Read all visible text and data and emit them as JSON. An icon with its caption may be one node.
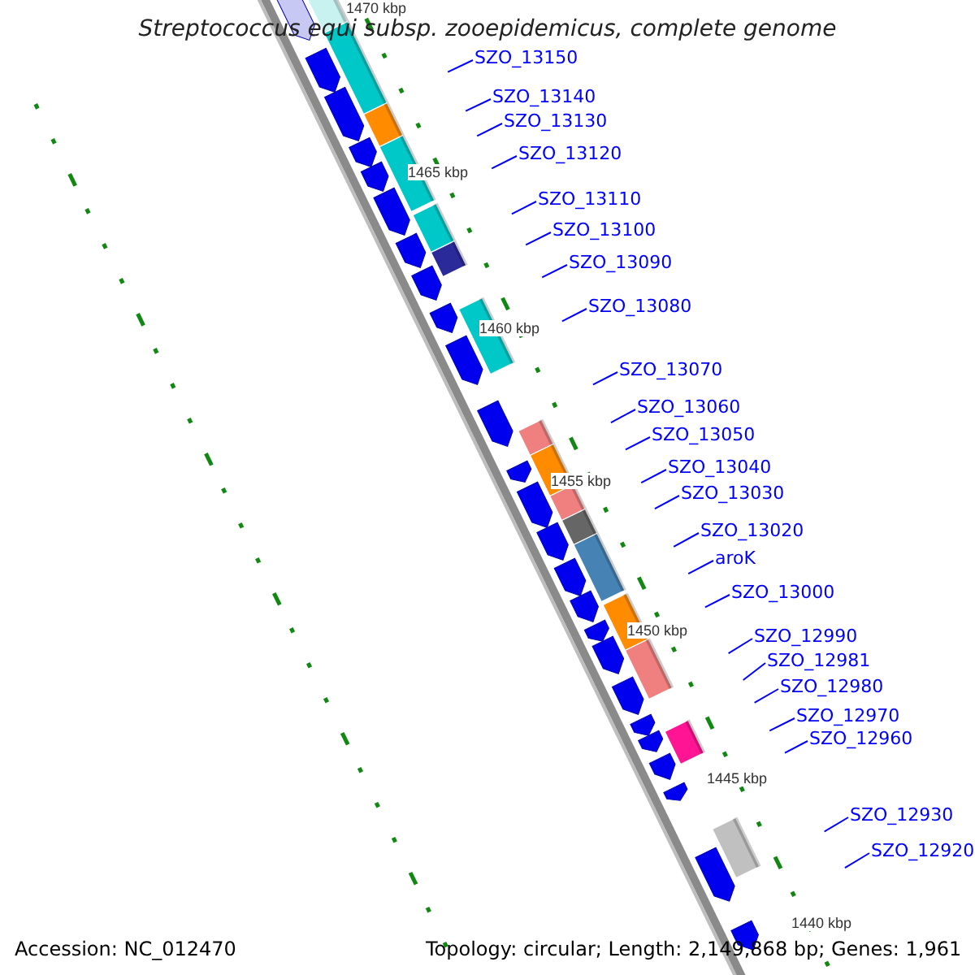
{
  "diagram": {
    "title": "Streptococcus equi subsp. zooepidemicus, complete genome",
    "nodes": [
      {
        "text": [
          "SZO_13150"
        ]
      },
      {
        "text": [
          "SZO_13140"
        ]
      },
      {
        "text": [
          "SZO_13130"
        ]
      },
      {
        "text": [
          "SZO_13120"
        ]
      },
      {
        "text": [
          "SZO_13110"
        ]
      },
      {
        "text": [
          "SZO_13100"
        ]
      },
      {
        "text": [
          "SZO_13090"
        ]
      },
      {
        "text": [
          "SZO_13080"
        ]
      },
      {
        "text": [
          "SZO_13070"
        ]
      },
      {
        "text": [
          "SZO_13060"
        ]
      },
      {
        "text": [
          "SZO_13050"
        ]
      },
      {
        "text": [
          "SZO_13040"
        ]
      },
      {
        "text": [
          "SZO_13030"
        ]
      },
      {
        "text": [
          "SZO_13020"
        ]
      },
      {
        "text": [
          "aroK"
        ]
      },
      {
        "text": [
          "SZO_13000"
        ]
      },
      {
        "text": [
          "SZO_12990"
        ]
      },
      {
        "text": [
          "SZO_12981"
        ]
      },
      {
        "text": [
          "SZO_12980"
        ]
      },
      {
        "text": [
          "SZO_12970"
        ]
      },
      {
        "text": [
          "SZO_12960"
        ]
      },
      {
        "text": [
          "SZO_12930"
        ]
      },
      {
        "text": [
          "SZO_12920"
        ]
      }
    ],
    "edges": [
      {
        "from": 0,
        "to": null,
        "arrow": "none"
      },
      {
        "from": 1,
        "to": null,
        "arrow": "none"
      },
      {
        "from": 2,
        "to": null,
        "arrow": "none"
      },
      {
        "from": 3,
        "to": null,
        "arrow": "none"
      },
      {
        "from": 4,
        "to": null,
        "arrow": "none"
      },
      {
        "from": 5,
        "to": null,
        "arrow": "none"
      },
      {
        "from": 6,
        "to": null,
        "arrow": "none"
      },
      {
        "from": 7,
        "to": null,
        "arrow": "none"
      },
      {
        "from": 8,
        "to": null,
        "arrow": "none"
      },
      {
        "from": 9,
        "to": null,
        "arrow": "none"
      },
      {
        "from": 10,
        "to": null,
        "arrow": "none"
      },
      {
        "from": 11,
        "to": null,
        "arrow": "none"
      },
      {
        "from": 12,
        "to": null,
        "arrow": "none"
      },
      {
        "from": 13,
        "to": null,
        "arrow": "none"
      },
      {
        "from": 14,
        "to": null,
        "arrow": "none"
      },
      {
        "from": 15,
        "to": null,
        "arrow": "none"
      },
      {
        "from": 16,
        "to": null,
        "arrow": "none"
      },
      {
        "from": 17,
        "to": null,
        "arrow": "none"
      },
      {
        "from": 18,
        "to": null,
        "arrow": "none"
      },
      {
        "from": 19,
        "to": null,
        "arrow": "none"
      },
      {
        "from": 20,
        "to": null,
        "arrow": "none"
      },
      {
        "from": 21,
        "to": null,
        "arrow": "none"
      },
      {
        "from": 22,
        "to": null,
        "arrow": "none"
      }
    ],
    "labels": [
      "1470 kbp",
      "1465 kbp",
      "1460 kbp",
      "1455 kbp",
      "1450 kbp",
      "1445 kbp",
      "1440 kbp",
      "Accession: NC_012470",
      "Topology: circular; Length: 2,149,868 bp; Genes: 1,961"
    ]
  }
}
